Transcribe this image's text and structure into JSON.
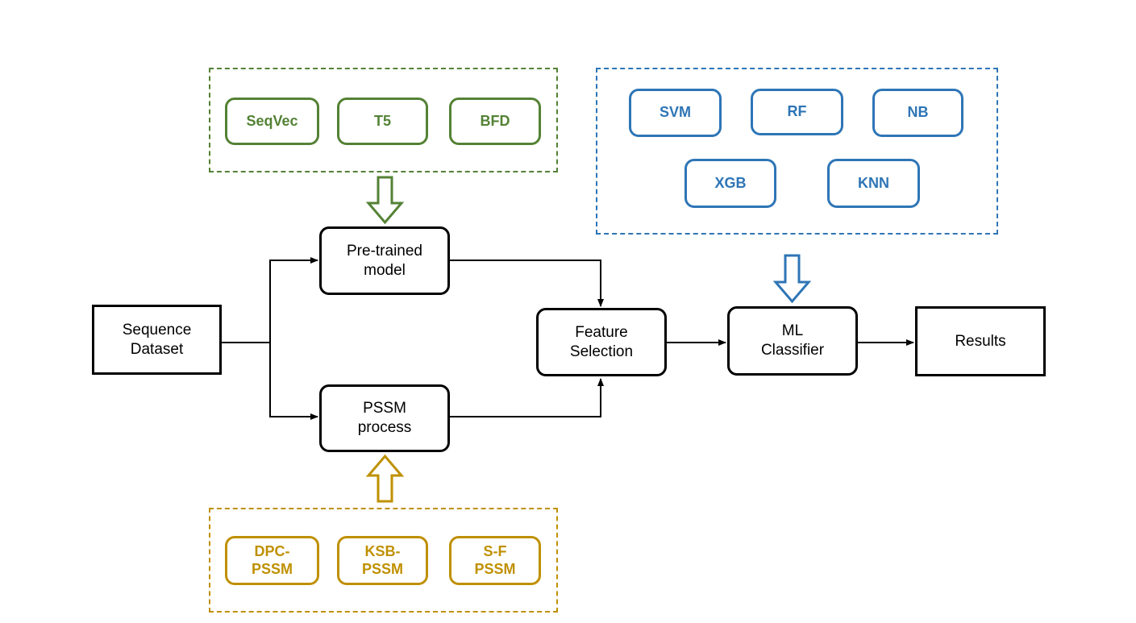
{
  "nodes": {
    "sequence_dataset": "Sequence\nDataset",
    "pretrained_model": "Pre-trained\nmodel",
    "pssm_process": "PSSM\nprocess",
    "feature_selection": "Feature\nSelection",
    "ml_classifier": "ML\nClassifier",
    "results": "Results"
  },
  "groups": {
    "embeddings": {
      "color": "#548235",
      "items": [
        "SeqVec",
        "T5",
        "BFD"
      ]
    },
    "classifiers": {
      "color": "#2e75b6",
      "items": [
        "SVM",
        "RF",
        "NB",
        "XGB",
        "KNN"
      ]
    },
    "pssm_features": {
      "color": "#bf9000",
      "items": [
        "DPC-\nPSSM",
        "KSB-\nPSSM",
        "S-F\nPSSM"
      ]
    }
  },
  "edges": [
    [
      "sequence_dataset",
      "pretrained_model"
    ],
    [
      "sequence_dataset",
      "pssm_process"
    ],
    [
      "pretrained_model",
      "feature_selection"
    ],
    [
      "pssm_process",
      "feature_selection"
    ],
    [
      "feature_selection",
      "ml_classifier"
    ],
    [
      "ml_classifier",
      "results"
    ],
    [
      "embeddings",
      "pretrained_model"
    ],
    [
      "classifiers",
      "ml_classifier"
    ],
    [
      "pssm_features",
      "pssm_process"
    ]
  ]
}
